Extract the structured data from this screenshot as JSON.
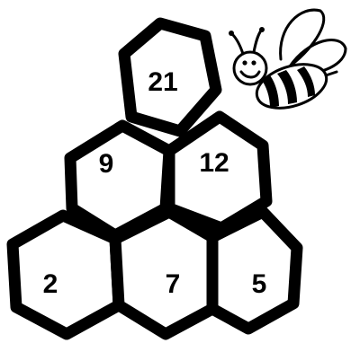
{
  "puzzle": {
    "rows": [
      [
        "21"
      ],
      [
        "9",
        "12"
      ],
      [
        "2",
        "7",
        "5"
      ]
    ]
  },
  "decoration": {
    "mascot_icon": "bee-icon"
  },
  "colors": {
    "line": "#000000",
    "background": "#ffffff"
  }
}
